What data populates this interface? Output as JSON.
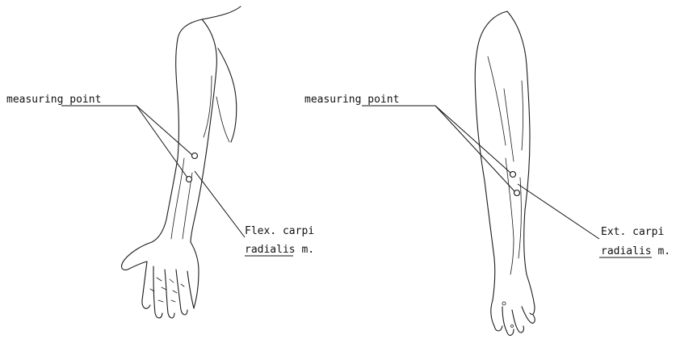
{
  "left_panel": {
    "callout_label": "measuring point",
    "muscle_label_line1": "Flex. carpi",
    "muscle_label_line2": "radialis m."
  },
  "right_panel": {
    "callout_label": "measuring point",
    "muscle_label_line1": "Ext. carpi",
    "muscle_label_line2": "radialis m."
  }
}
